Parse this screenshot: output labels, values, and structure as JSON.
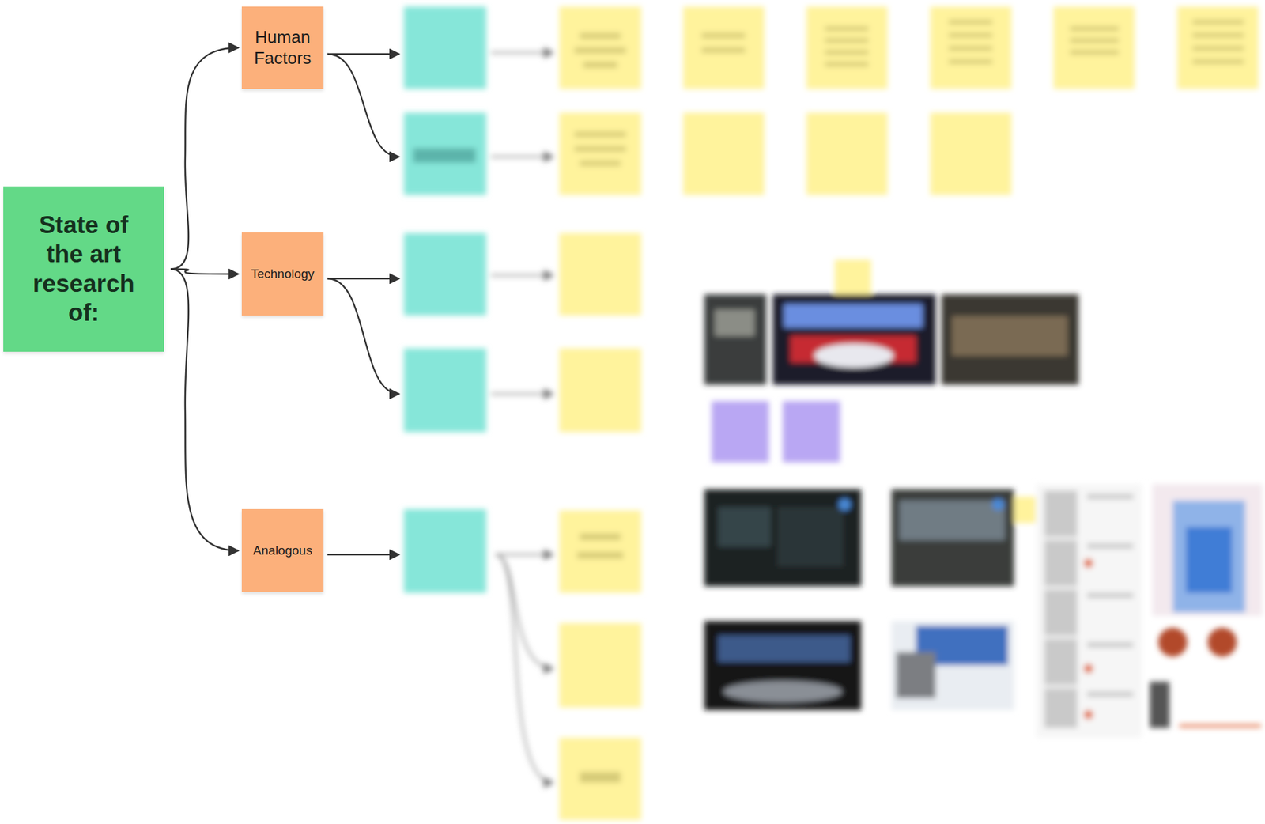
{
  "diagram": {
    "nodes": [
      {
        "text": [
          "State of the art research of:"
        ]
      },
      {
        "text": [
          "Human Factors"
        ]
      },
      {
        "text": [
          "Technology"
        ]
      },
      {
        "text": [
          "Analogous"
        ]
      }
    ],
    "edges": [
      {
        "from": 0,
        "to": 1,
        "arrow": "to"
      },
      {
        "from": 0,
        "to": 2,
        "arrow": "to"
      },
      {
        "from": 0,
        "to": 3,
        "arrow": "to"
      }
    ]
  }
}
